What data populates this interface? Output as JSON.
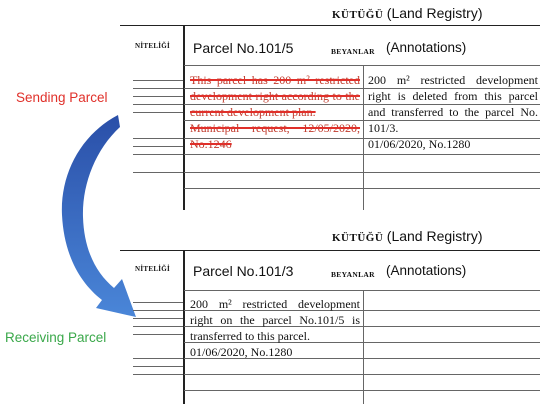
{
  "sending": {
    "side_label": "Sending Parcel",
    "registry_word": "KÜTÜĞÜ",
    "registry_en": "(Land Registry)",
    "niteligi": "NİTELİĞİ",
    "parcel_label": "Parcel No.101/5",
    "beyanlar": "BEYANLAR",
    "annotations": "(Annotations)",
    "left_lines": [
      "This parcel has 200 m² restricted development right according to the current development plan.",
      "Municipal request, 12/05/2020, No.1246"
    ],
    "right_lines": [
      "200 m² restricted development right is deleted from this parcel and transferred to the parcel No. 101/3.",
      "01/06/2020, No.1280"
    ]
  },
  "receiving": {
    "side_label": "Receiving Parcel",
    "registry_word": "KÜTÜĞÜ",
    "registry_en": "(Land Registry)",
    "niteligi": "NİTELİĞİ",
    "parcel_label": "Parcel No.101/3",
    "beyanlar": "BEYANLAR",
    "annotations": "(Annotations)",
    "left_lines": [
      "200 m² restricted development right on the parcel No.101/5 is transferred to this parcel.",
      "01/06/2020, No.1280"
    ]
  },
  "colors": {
    "strike": "#e0302a",
    "sending_label": "#e0302a",
    "receiving_label": "#3aa84a",
    "arrow": "#2f58b5"
  }
}
